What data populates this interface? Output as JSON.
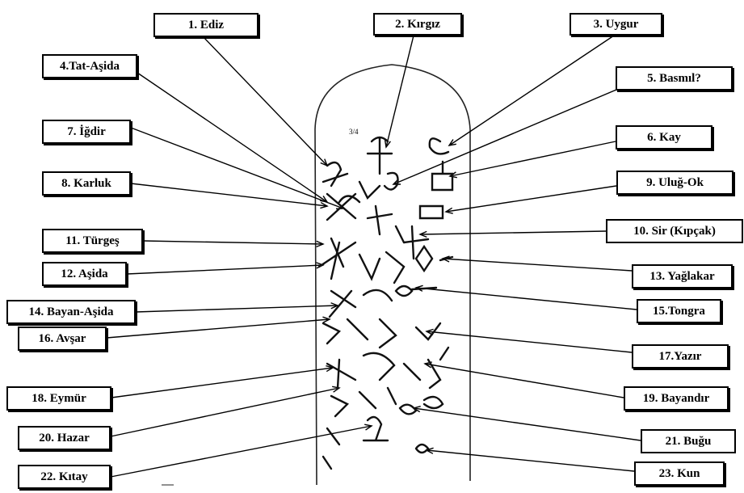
{
  "labels": [
    {
      "id": "1",
      "text": "1.  Ediz"
    },
    {
      "id": "2",
      "text": "2. Kırgız"
    },
    {
      "id": "3",
      "text": "3. Uygur"
    },
    {
      "id": "4",
      "text": "4.Tat-Aşida"
    },
    {
      "id": "5",
      "text": "5. Basmıl?"
    },
    {
      "id": "6",
      "text": "6. Kay"
    },
    {
      "id": "7",
      "text": "7. İğdir"
    },
    {
      "id": "8",
      "text": "8. Karluk"
    },
    {
      "id": "9",
      "text": "9. Uluğ-Ok"
    },
    {
      "id": "10",
      "text": "10. Sir (Kıpçak)"
    },
    {
      "id": "11",
      "text": "11. Türgeş"
    },
    {
      "id": "12",
      "text": "12. Aşida"
    },
    {
      "id": "13",
      "text": "13. Yağlakar"
    },
    {
      "id": "14",
      "text": "14. Bayan-Aşida"
    },
    {
      "id": "15",
      "text": "15.Tongra"
    },
    {
      "id": "16",
      "text": "16. Avşar"
    },
    {
      "id": "17",
      "text": "17.Yazır"
    },
    {
      "id": "18",
      "text": "18. Eymür"
    },
    {
      "id": "19",
      "text": "19. Bayandır"
    },
    {
      "id": "20",
      "text": "20. Hazar"
    },
    {
      "id": "21",
      "text": "21. Buğu"
    },
    {
      "id": "22",
      "text": "22. Kıtay"
    },
    {
      "id": "23",
      "text": "23. Kun"
    }
  ],
  "stone_mark": "3/4"
}
